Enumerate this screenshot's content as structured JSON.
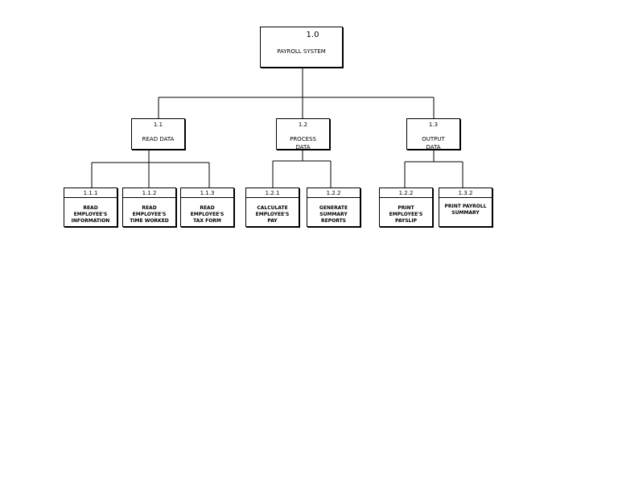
{
  "root": {
    "number": "1.0",
    "title": "PAYROLL SYSTEM"
  },
  "level1": [
    {
      "number": "1.1",
      "title": "READ DATA"
    },
    {
      "number": "1.2",
      "title": "PROCESS\nDATA"
    },
    {
      "number": "1.3",
      "title": "OUTPUT\nDATA"
    }
  ],
  "leaves": [
    {
      "number": "1.1.1",
      "title": "READ\nEMPLOYEE'S\nINFORMATION"
    },
    {
      "number": "1.1.2",
      "title": "READ\nEMPLOYEE'S\nTIME WORKED"
    },
    {
      "number": "1.1.3",
      "title": "READ\nEMPLOYEE'S\nTAX FORM"
    },
    {
      "number": "1.2.1",
      "title": "CALCULATE\nEMPLOYEE'S\nPAY"
    },
    {
      "number": "1.2.2",
      "title": "GENERATE\nSUMMARY\nREPORTS"
    },
    {
      "number": "1.2.2",
      "title": "PRINT\nEMPLOYEE'S\nPAYSLIP"
    },
    {
      "number": "1.3.2",
      "title": "PRINT PAYROLL\nSUMMARY"
    }
  ]
}
